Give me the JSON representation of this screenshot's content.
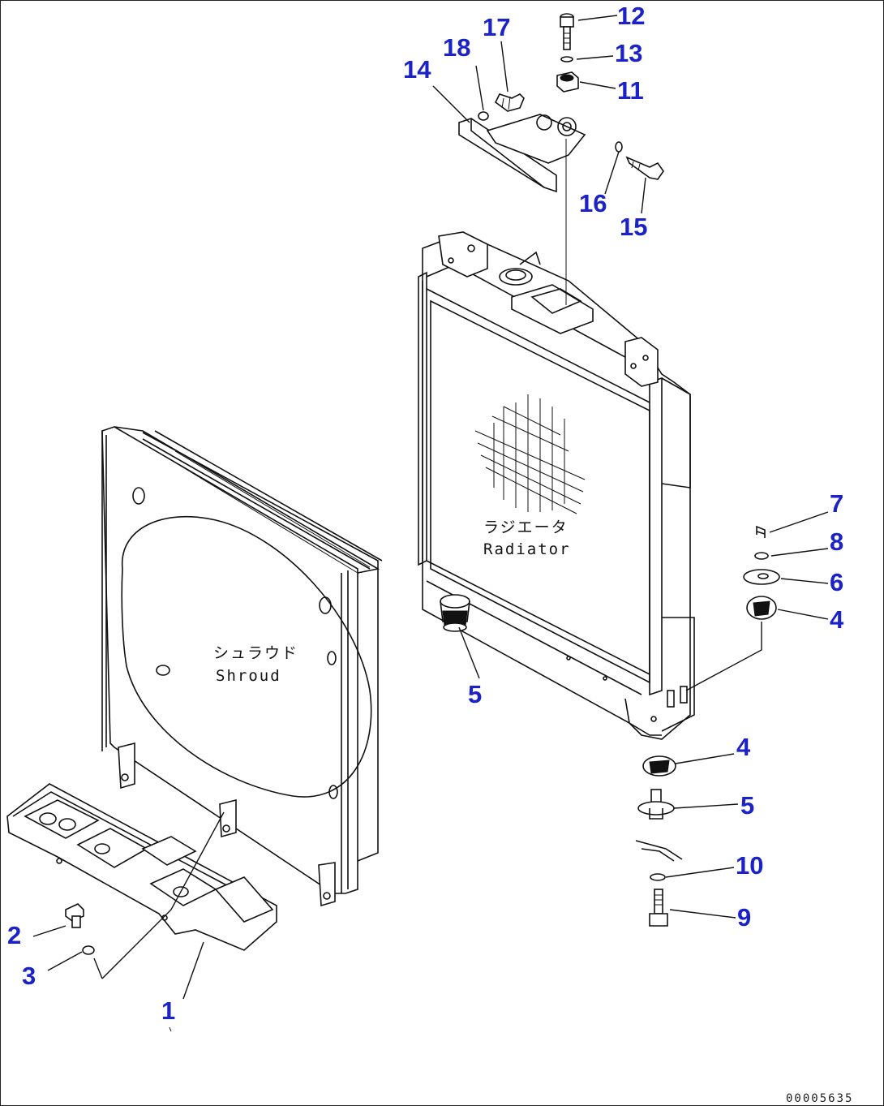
{
  "diagram": {
    "labels": {
      "radiator_jp": "ラジエータ",
      "radiator_en": "Radiator",
      "shroud_jp": "シュラウド",
      "shroud_en": "Shroud"
    },
    "callouts": [
      {
        "id": "c1",
        "text": "1"
      },
      {
        "id": "c2",
        "text": "2"
      },
      {
        "id": "c3",
        "text": "3"
      },
      {
        "id": "c4a",
        "text": "4"
      },
      {
        "id": "c4b",
        "text": "4"
      },
      {
        "id": "c5a",
        "text": "5"
      },
      {
        "id": "c5b",
        "text": "5"
      },
      {
        "id": "c6",
        "text": "6"
      },
      {
        "id": "c7",
        "text": "7"
      },
      {
        "id": "c8",
        "text": "8"
      },
      {
        "id": "c9",
        "text": "9"
      },
      {
        "id": "c10",
        "text": "10"
      },
      {
        "id": "c11",
        "text": "11"
      },
      {
        "id": "c12",
        "text": "12"
      },
      {
        "id": "c13",
        "text": "13"
      },
      {
        "id": "c14",
        "text": "14"
      },
      {
        "id": "c15",
        "text": "15"
      },
      {
        "id": "c16",
        "text": "16"
      },
      {
        "id": "c17",
        "text": "17"
      },
      {
        "id": "c18",
        "text": "18"
      }
    ],
    "drawing_number": "00005635",
    "colors": {
      "callout": "#1a22c8",
      "line": "#111111",
      "background": "#ffffff"
    }
  }
}
